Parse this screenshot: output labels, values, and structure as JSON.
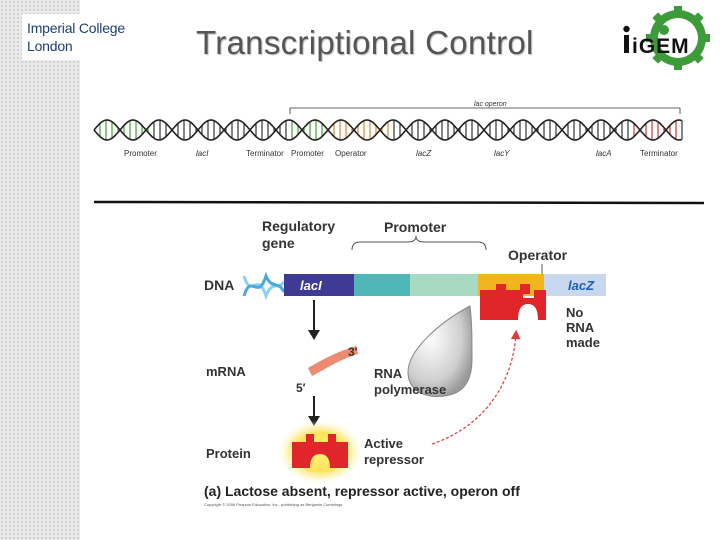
{
  "logo": {
    "line1": "Imperial College",
    "line2": "London"
  },
  "title": "Transcriptional Control",
  "igem_logo_text": "iGEM",
  "operon_diagram": {
    "bracket_label": "lac operon",
    "labels": [
      "Promoter",
      "lacI",
      "Terminator",
      "Promoter",
      "Operator",
      "lacZ",
      "lacY",
      "lacA",
      "Terminator"
    ]
  },
  "mechanism_diagram": {
    "dna_label": "DNA",
    "regulatory_gene_line1": "Regulatory",
    "regulatory_gene_line2": "gene",
    "promoter_label": "Promoter",
    "operator_label": "Operator",
    "laci_label": "lacI",
    "lacz_label": "lacZ",
    "no_rna_line1": "No",
    "no_rna_line2": "RNA",
    "no_rna_line3": "made",
    "mrna_label": "mRNA",
    "three_prime": "3′",
    "five_prime": "5′",
    "rna_pol_line1": "RNA",
    "rna_pol_line2": "polymerase",
    "protein_label": "Protein",
    "active_rep_line1": "Active",
    "active_rep_line2": "repressor",
    "caption": "(a) Lactose absent, repressor active, operon off",
    "copyright": "Copyright © 2006 Pearson Education, Inc., publishing as Benjamin Cummings"
  },
  "colors": {
    "laci_box": "#3f3a93",
    "promoter_teal": "#4fb7b7",
    "promoter_light": "#a8d9c3",
    "operator_yellow": "#f3b51f",
    "lacz_box": "#c8d6ee",
    "repressor_red": "#e0262b",
    "mrna_salmon": "#ef8a72",
    "arrow_red": "#e03a3a",
    "dna_green": "#4a9b3a",
    "dna_red": "#c23a3a",
    "dna_orange": "#d08a3a",
    "igem_green": "#3e9b3a"
  }
}
